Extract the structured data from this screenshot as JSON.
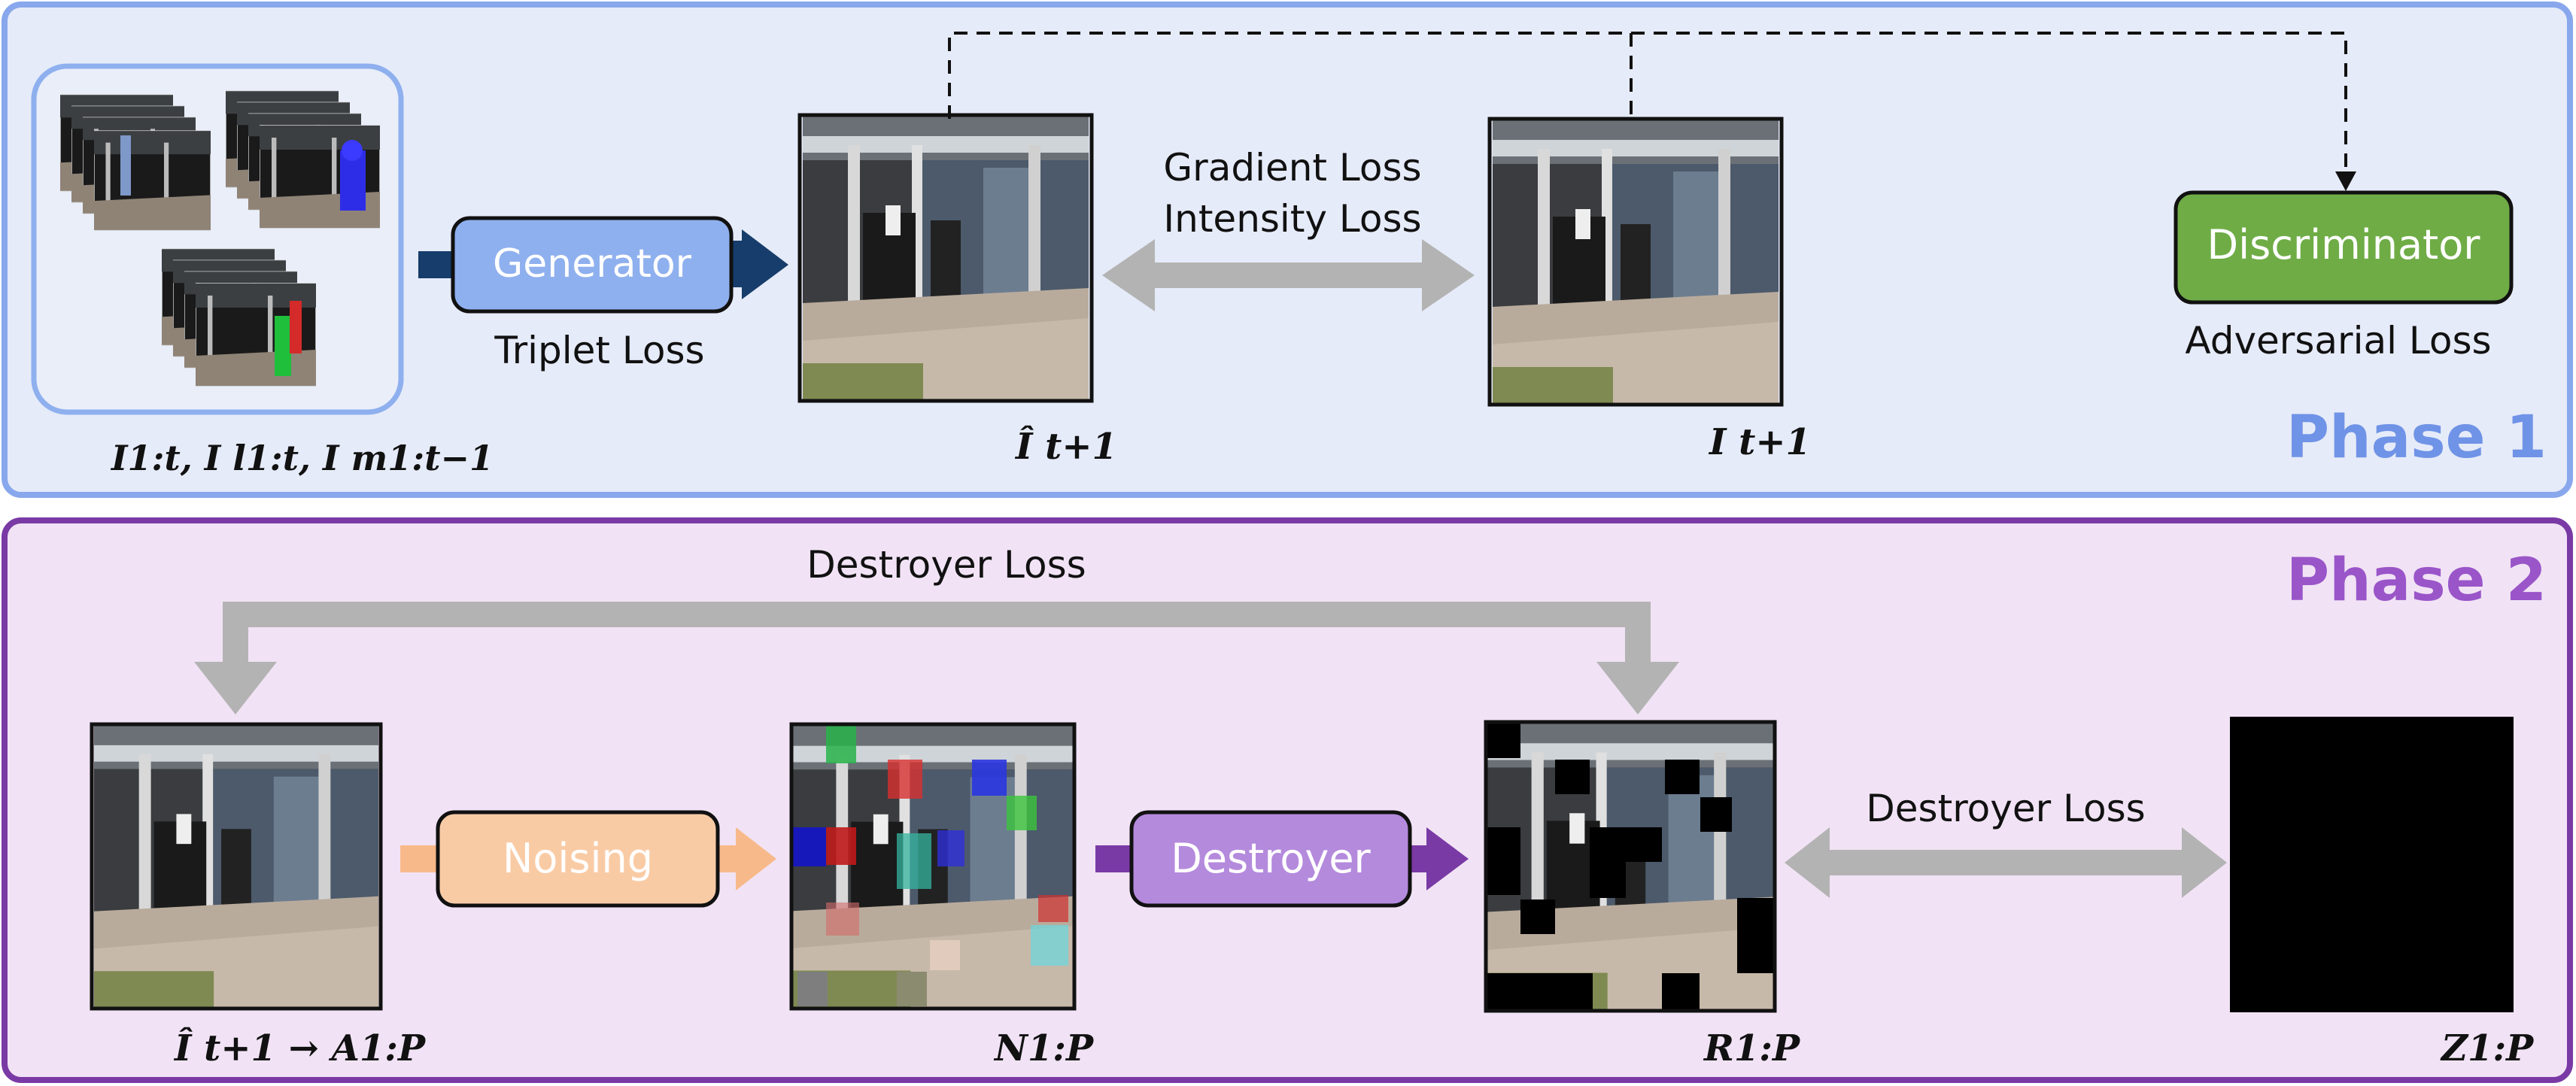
{
  "phase1": {
    "label": "Phase 1",
    "color": "#6f93e6",
    "generator": {
      "label": "Generator",
      "loss": "Triplet Loss"
    },
    "discriminator": {
      "label": "Discriminator",
      "loss": "Adversarial Loss"
    },
    "losses": {
      "gradient": "Gradient Loss",
      "intensity": "Intensity Loss"
    },
    "inputs_label": "I1:t, I l1:t, I m1:t−1",
    "predicted_label": "Î t+1",
    "target_label": "I t+1"
  },
  "phase2": {
    "label": "Phase 2",
    "color": "#9a55c9",
    "top_loss": "Destroyer Loss",
    "noising": {
      "label": "Noising"
    },
    "destroyer": {
      "label": "Destroyer"
    },
    "right_loss": "Destroyer Loss",
    "labels": {
      "anomaly": "Î t+1 → A1:P",
      "noised": "N1:P",
      "restored": "R1:P",
      "zero": "Z1:P"
    }
  },
  "colors": {
    "phase1_bg": "#e6ebf9",
    "phase2_bg": "#f1e3f5",
    "generator": "#8fb0ee",
    "discriminator": "#6fac46",
    "noising": "#f9cba5",
    "destroyer": "#b48add",
    "gen_arrow": "#163d6b",
    "noise_arrow": "#f8b98a",
    "destroyer_arrow": "#7a3aa5",
    "loss_arrow": "#b3b3b3"
  }
}
